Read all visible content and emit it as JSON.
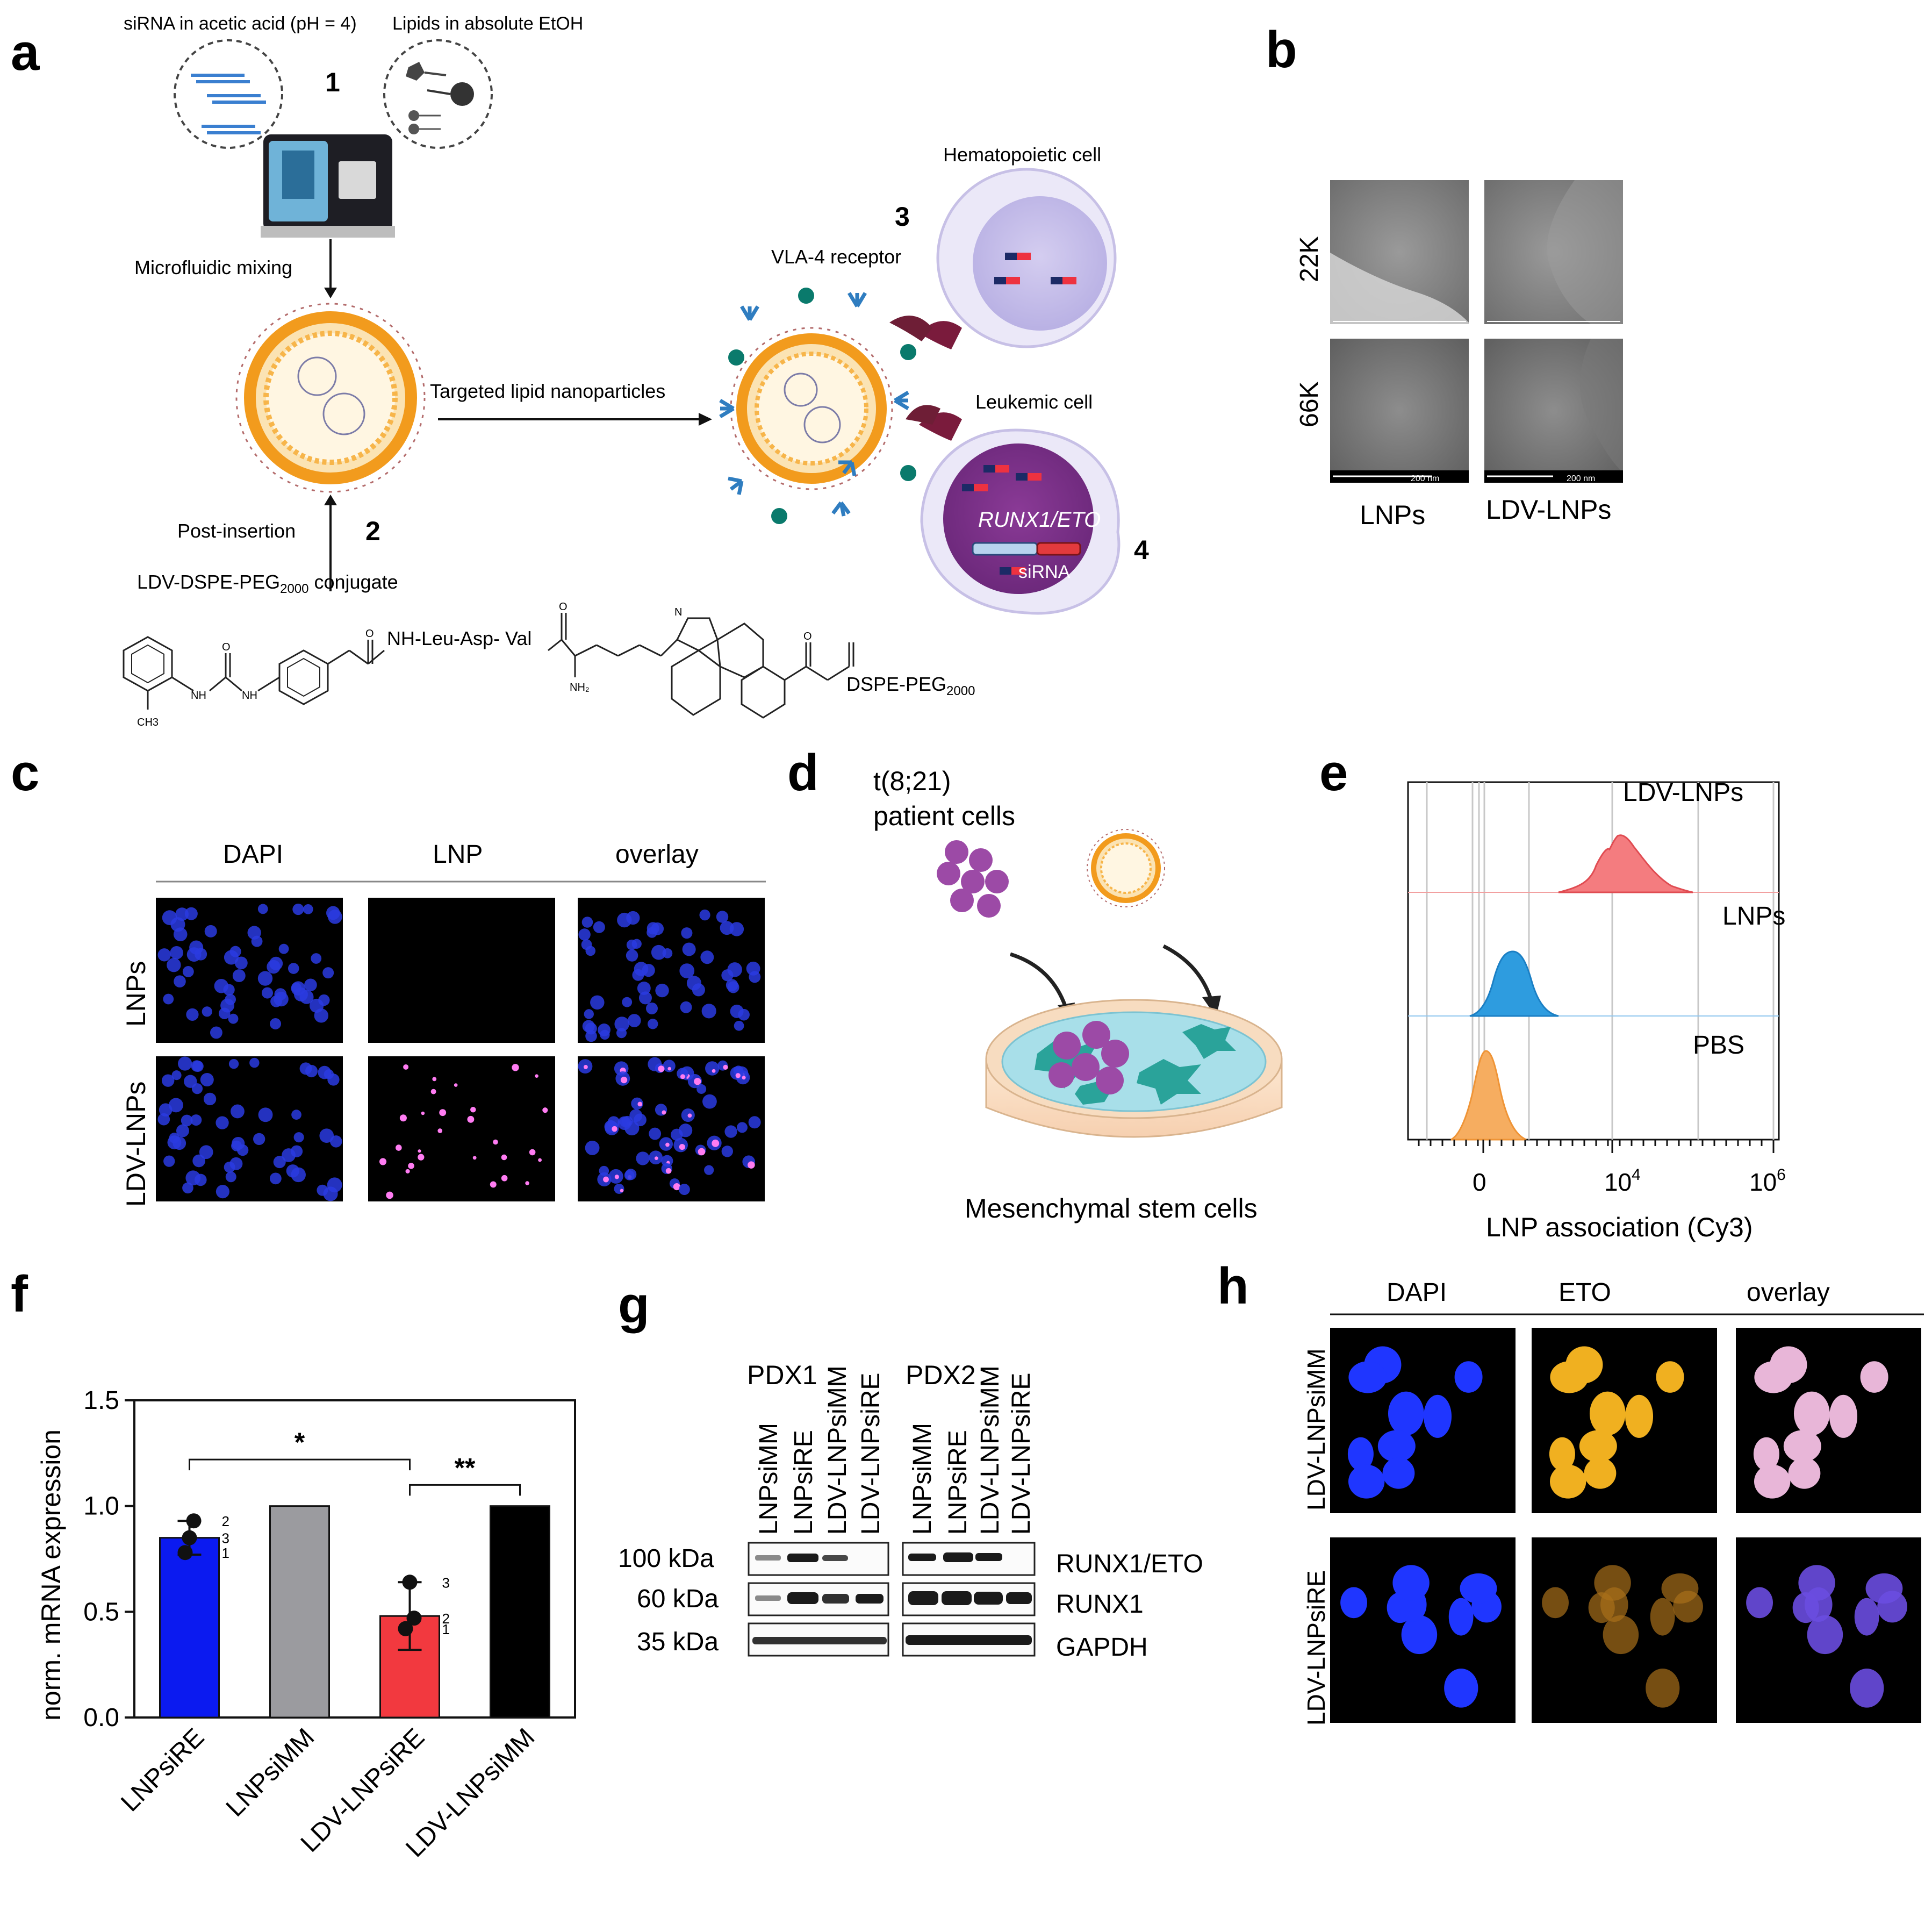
{
  "panels": {
    "a": {
      "letter": "a",
      "top_left_label": "siRNA in acetic acid (pH = 4)",
      "top_right_label": "Lipids in absolute EtOH",
      "step1": "1",
      "step2": "2",
      "step3": "3",
      "step4": "4",
      "microfluidic": "Microfluidic mixing",
      "targeted": "Targeted lipid nanoparticles",
      "post_insertion": "Post-insertion",
      "conjugate_prefix": "LDV-DSPE-PEG",
      "conjugate_sub": "2000",
      "conjugate_suffix": " conjugate",
      "vla4": "VLA-4 receptor",
      "hematopoietic": "Hematopoietic cell",
      "leukemic": "Leukemic cell",
      "runx1eto": "RUNX1/ETO",
      "sirna": "siRNA",
      "chem_peptide": "NH-Leu-Asp- Val",
      "chem_dspe": "DSPE-PEG",
      "chem_dspe_sub": "2000",
      "chem_nh": "NH",
      "chem_nh2": "NH₂",
      "chem_o": "O",
      "chem_n": "N",
      "chem_ch3": "CH3"
    },
    "b": {
      "letter": "b",
      "row1": "22K",
      "row2": "66K",
      "col1": "LNPs",
      "col2": "LDV-LNPs",
      "scale": "200 nm"
    },
    "c": {
      "letter": "c",
      "col1": "DAPI",
      "col2": "LNP",
      "col3": "overlay",
      "row1": "LNPs",
      "row2": "LDV-LNPs"
    },
    "d": {
      "letter": "d",
      "label_line1": "t(8;21)",
      "label_line2": "patient cells",
      "bottom": "Mesenchymal stem cells"
    },
    "e": {
      "letter": "e",
      "xlabel": "LNP association (Cy3)",
      "tick0": "0",
      "tick4": "10",
      "tick4_exp": "4",
      "tick6": "10",
      "tick6_exp": "6",
      "hist1": "LDV-LNPs",
      "hist2": "LNPs",
      "hist3": "PBS"
    },
    "f": {
      "letter": "f",
      "sig1": "*",
      "sig2": "**"
    },
    "g": {
      "letter": "g",
      "pdx1": "PDX1",
      "pdx2": "PDX2",
      "lanes": [
        "LNPsiMM",
        "LNPsiRE",
        "LDV-LNPsiMM",
        "LDV-LNPsiRE"
      ],
      "kda100": "100 kDa",
      "kda60": "60 kDa",
      "kda35": "35 kDa",
      "band1": "RUNX1/ETO",
      "band2": "RUNX1",
      "band3": "GAPDH"
    },
    "h": {
      "letter": "h",
      "col1": "DAPI",
      "col2": "ETO",
      "col3": "overlay",
      "row1": "LDV-LNPsiMM",
      "row2": "LDV-LNPsiRE"
    }
  },
  "chart_data": {
    "type": "bar",
    "categories": [
      "LNPsiRE",
      "LNPsiMM",
      "LDV-LNPsiRE",
      "LDV-LNPsiMM"
    ],
    "values": [
      0.85,
      1.0,
      0.48,
      1.0
    ],
    "errors": [
      0.08,
      0,
      0.16,
      0
    ],
    "colors": [
      "#0b1af0",
      "#9b9b9f",
      "#f2393f",
      "#000000"
    ],
    "points": [
      {
        "category": "LNPsiRE",
        "values": [
          0.78,
          0.93,
          0.85
        ],
        "labels": [
          "1",
          "2",
          "3"
        ]
      },
      {
        "category": "LDV-LNPsiRE",
        "values": [
          0.42,
          0.47,
          0.64
        ],
        "labels": [
          "1",
          "2",
          "3"
        ]
      }
    ],
    "ylabel": "norm. mRNA expression",
    "ylim": [
      0,
      1.5
    ],
    "yticks": [
      "0.0",
      "0.5",
      "1.0",
      "1.5"
    ],
    "significance": [
      "*",
      "**"
    ]
  }
}
